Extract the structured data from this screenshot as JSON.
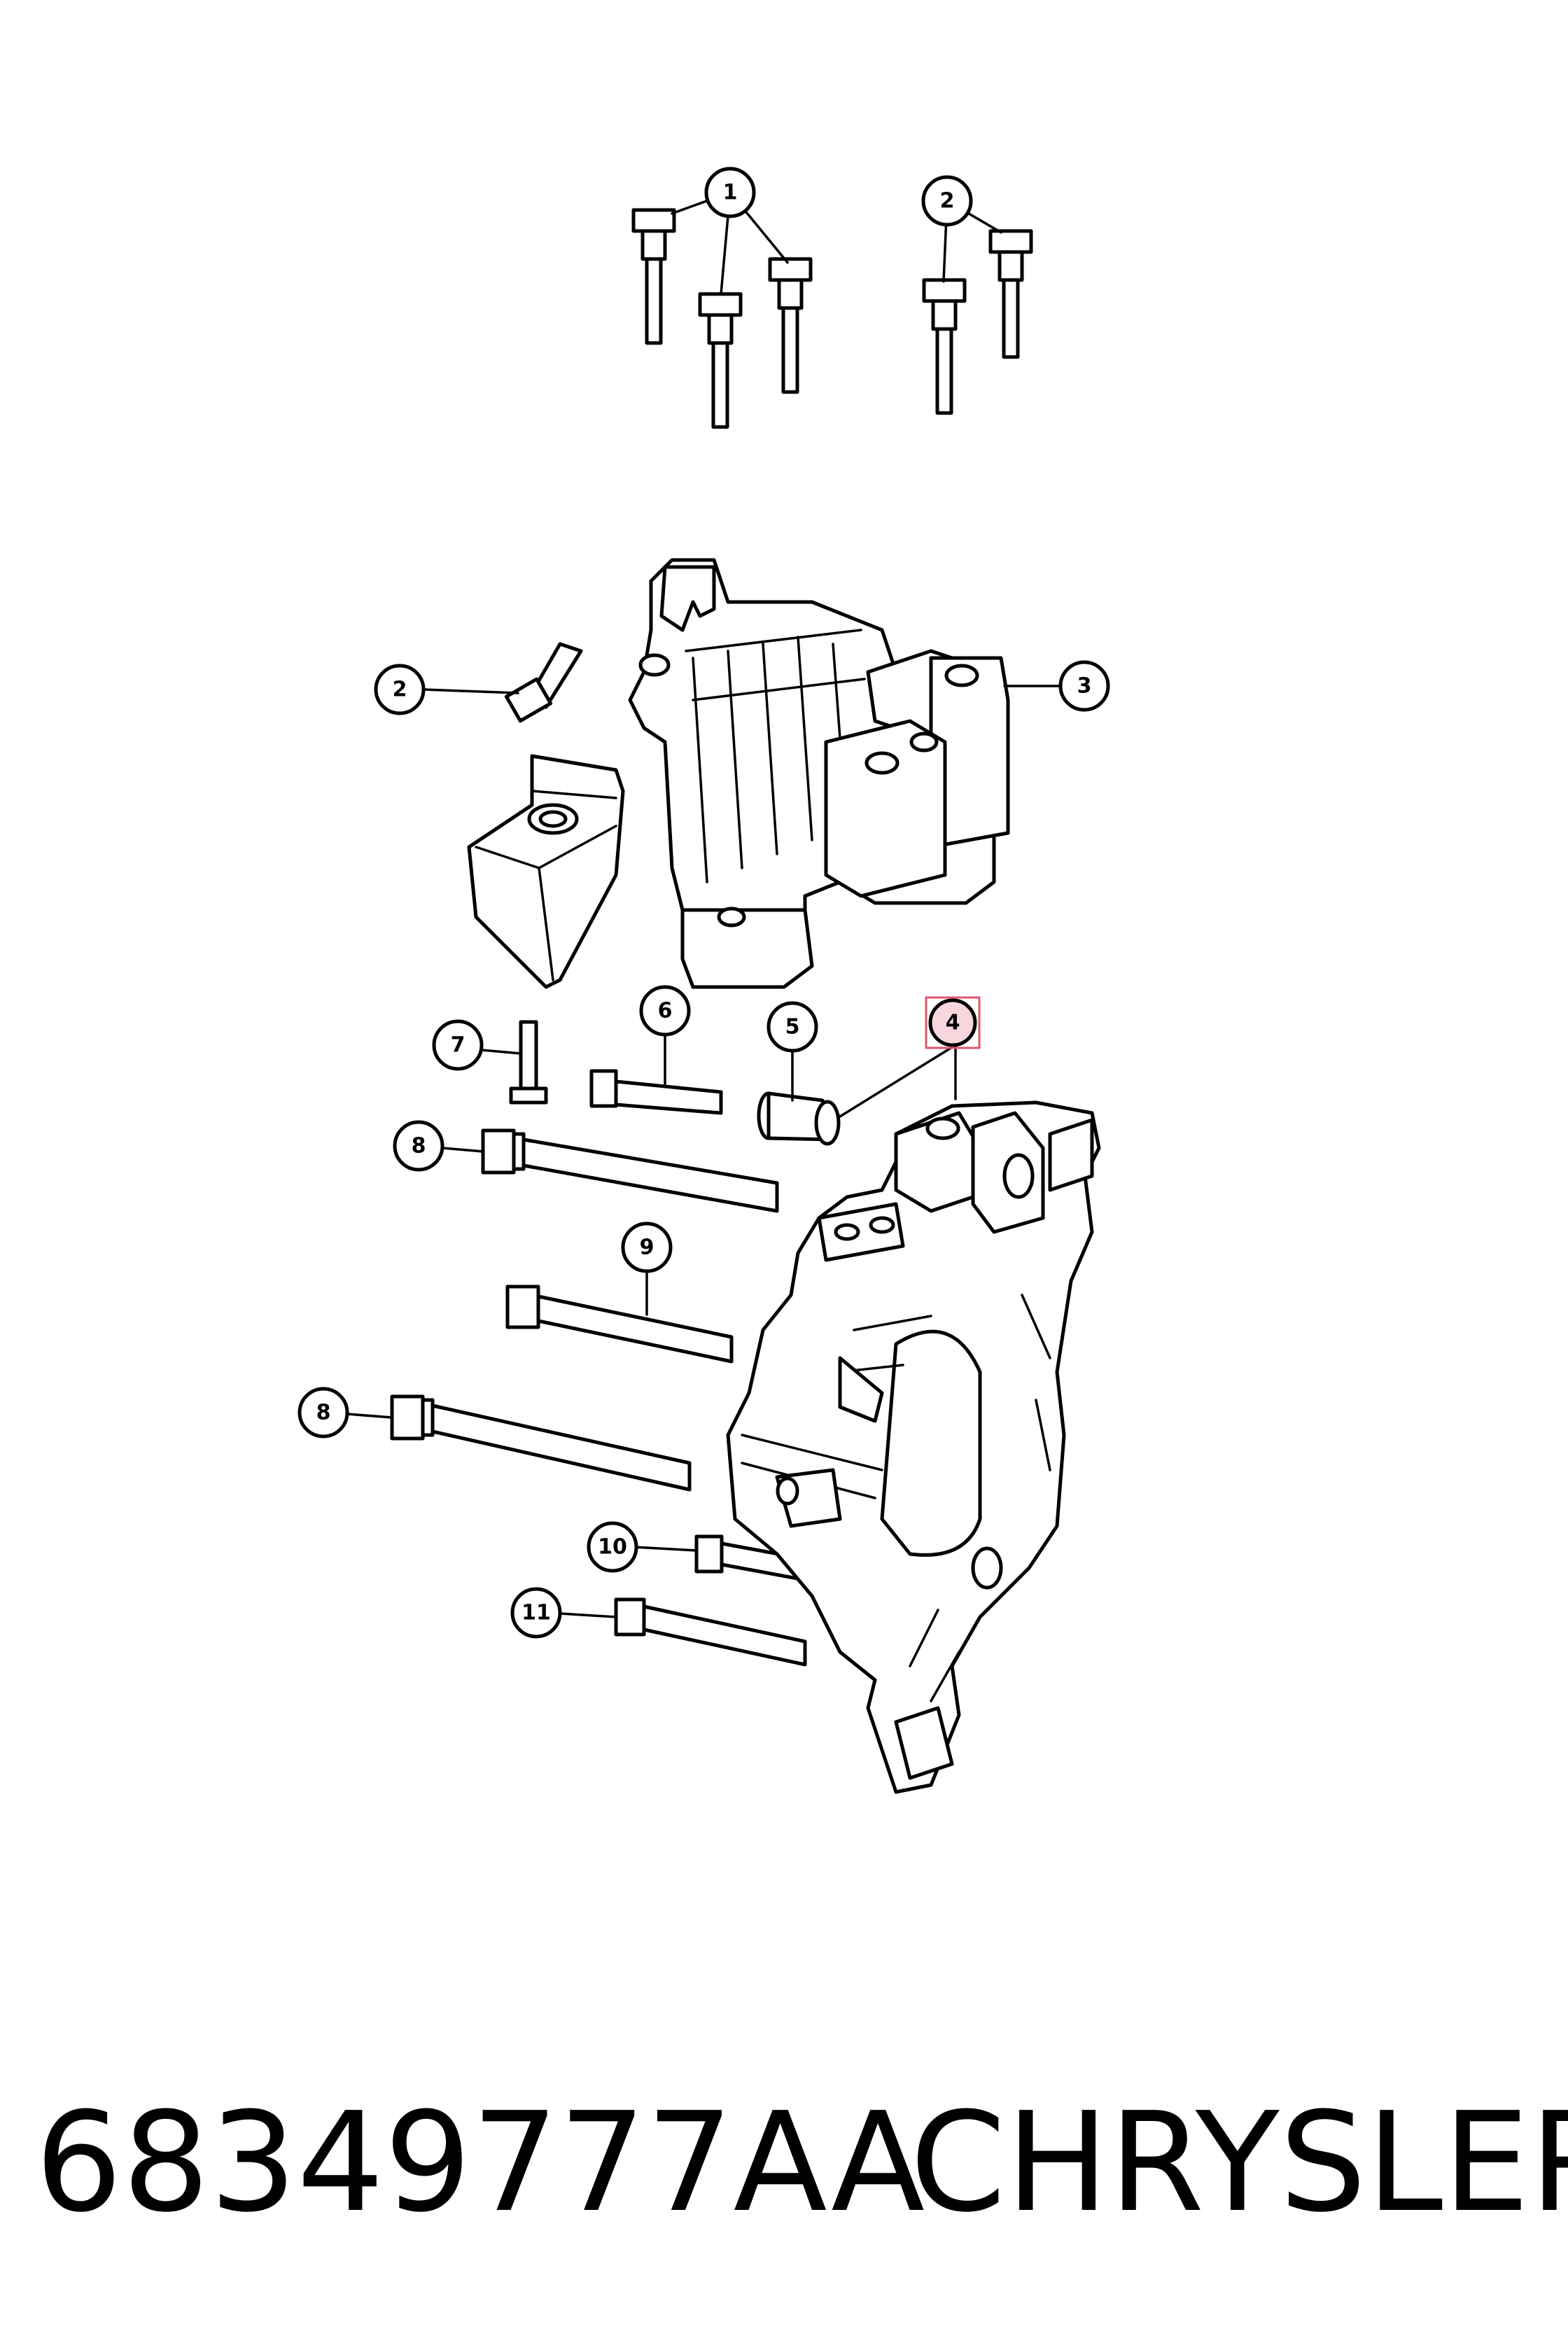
{
  "callouts": {
    "c1": "1",
    "c2a": "2",
    "c2b": "2",
    "c3": "3",
    "c4": "4",
    "c5": "5",
    "c6": "6",
    "c7": "7",
    "c8a": "8",
    "c8b": "8",
    "c9": "9",
    "c10": "10",
    "c11": "11"
  },
  "caption": {
    "part_number": "68349777AA",
    "brand": "CHRYSLER"
  },
  "colors": {
    "highlight_fill": "#f7d6de",
    "highlight_border": "#e0566f"
  }
}
